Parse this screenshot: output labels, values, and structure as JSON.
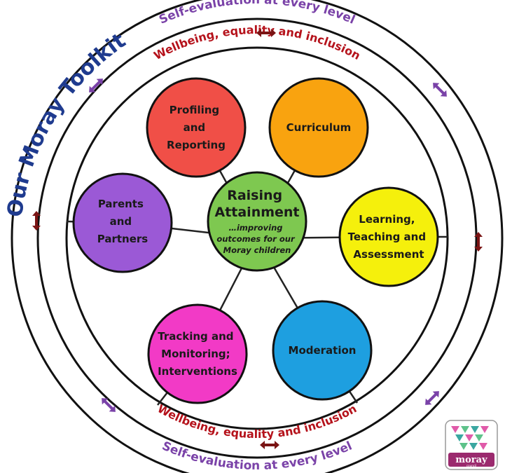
{
  "title": "Our Moray Toolkit",
  "rings": {
    "outer_label": "Self-evaluation at every level",
    "inner_label": "Wellbeing, equality and inclusion"
  },
  "centre": {
    "title_lines": [
      "Raising",
      "Attainment"
    ],
    "subtitle_lines": [
      "…improving",
      "outcomes for our",
      "Moray children"
    ],
    "color": "#7ec850"
  },
  "nodes": [
    {
      "id": "profiling",
      "lines": [
        "Profiling",
        "and",
        "Reporting"
      ],
      "color": "#f04f47"
    },
    {
      "id": "curriculum",
      "lines": [
        "Curriculum"
      ],
      "color": "#f9a30f"
    },
    {
      "id": "learning",
      "lines": [
        "Learning,",
        "Teaching and",
        "Assessment"
      ],
      "color": "#f5f00c"
    },
    {
      "id": "moderation",
      "lines": [
        "Moderation"
      ],
      "color": "#1e9fe0"
    },
    {
      "id": "tracking",
      "lines": [
        "Tracking and",
        "Monitoring;",
        "Interventions"
      ],
      "color": "#f23ac6"
    },
    {
      "id": "parents",
      "lines": [
        "Parents",
        "and",
        "Partners"
      ],
      "color": "#9b59d6"
    }
  ],
  "colors": {
    "title": "#1f3b8f",
    "outer_label": "#7a42a8",
    "inner_label": "#b5121b",
    "arrow": "#7a1414"
  },
  "logo": {
    "text": "moray",
    "subtext": "council"
  }
}
